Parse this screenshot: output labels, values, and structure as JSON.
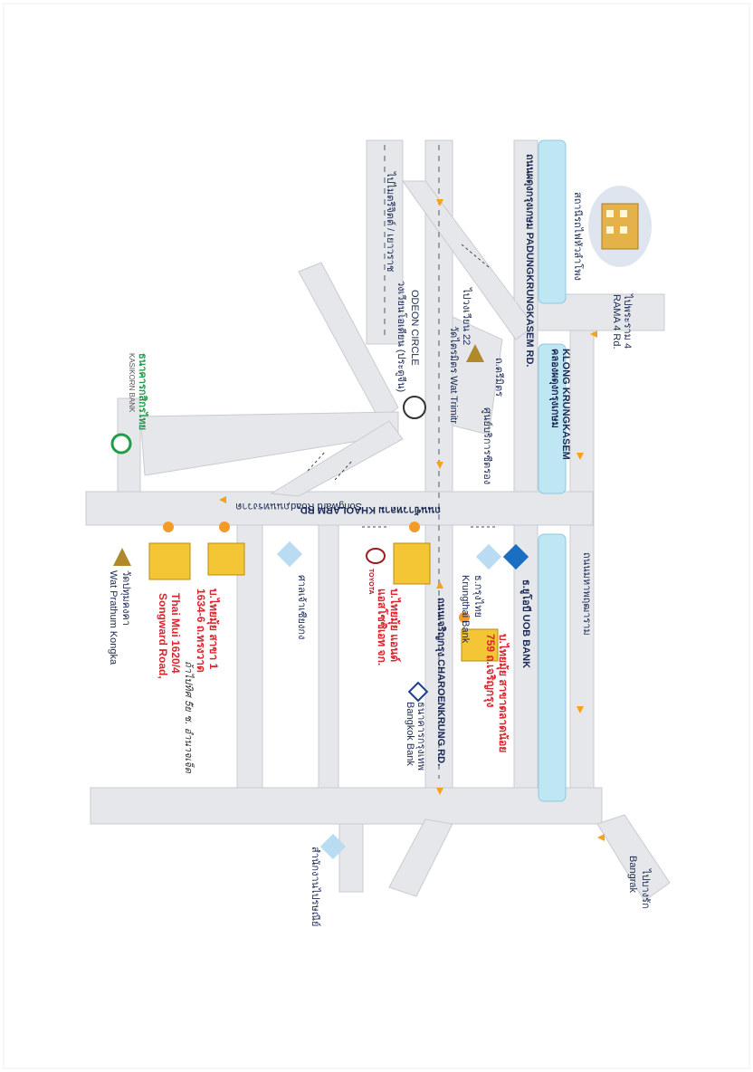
{
  "colors": {
    "road": "#e6e7ea",
    "road_edge": "#c9cbd1",
    "canal": "#bfe6f3",
    "canal_edge": "#8fc9df",
    "arrow": "#f7a21b",
    "text": "#1b2a55",
    "highlight": "#d8262e",
    "building": "#f4c534",
    "pin": "#f39b2a"
  },
  "roads": {
    "pradubkrung": "ถนนผดุงกรุงเกษม PADUNGKRUNGKASEM RD.",
    "khaolarm": "ถนนข้าวหลาม KHAOLARM RD.",
    "charoenkrung": "ถนนเจริญกรุง CHAROENKRUNG RD.",
    "songward_th": "ถนนทรงวาด",
    "songward_en": "Songward Road,",
    "mahaphruettharam": "ถนนมหาพฤฒาราม",
    "trimit": "ถ.ตรีมิตร",
    "maitrichit": "ไปไมตรีจิตต์ / เยาวราช",
    "wongwian22": "ไปวงเวียน 22",
    "rama4_th": "ไปพระราม 4",
    "rama4_en": "RAMA 4 Rd.",
    "bangrak_th": "ไปบางรัก",
    "bangrak_en": "Bangrak"
  },
  "places": {
    "hualamphong": "สถานีรถไฟหัวลำโพง",
    "khlong_th": "คลองผดุงกรุงเกษม",
    "khlong_en": "KLONG KRUNGKASEM",
    "wat_trimit": "วัดไตรมิตร Wat Trimitr",
    "odeon_th": "วงเวียนโอเดียน (ประตูจีน)",
    "odeon_en": "ODEON CIRCLE",
    "krungthai_th": "ธ.กรุงไทย",
    "krungthai_en": "Krungthai Bank",
    "uob": "ธ.ยูโอบี UOB BANK",
    "bbl_th": "ธนาคารกรุงเทพ",
    "bbl_en": "Bangkok Bank",
    "toyota": "TOYOTA",
    "kbank_th": "ธนาคารกสิกรไทย",
    "kbank_en": "KASIKORN BANK",
    "shrine": "ศาลเจ้าเซียงกง",
    "post_office": "สำนักงานไปรษณีย์",
    "wat_pathum": "วัดปทุมคงคา",
    "wat_pathum_en": "Wat Prathum Kongka",
    "service_center": "ศูนย์บริการซีตรอง"
  },
  "highlights": {
    "branch_main_1": "บ.ไทยมุ้ย สาขาตลาดน้อย",
    "branch_main_2": "759 ถ.เจริญกรุง",
    "dealer_1": "บ.ไทยมุ้ย แอนด์",
    "dealer_2": "แอสโซซิเอท จก.",
    "branch1_1": "บ.ไทยมุ้ย สาขา 1",
    "branch1_2": "1634-6 ถ.ทรงวาด",
    "thaimui_en_1": "Thai Mui 1620/4",
    "thaimui_en_2": "Songward Road,"
  },
  "handwritten": "ถ้าไปทิศ 5ัย ช. อำนาจเจ็ด"
}
